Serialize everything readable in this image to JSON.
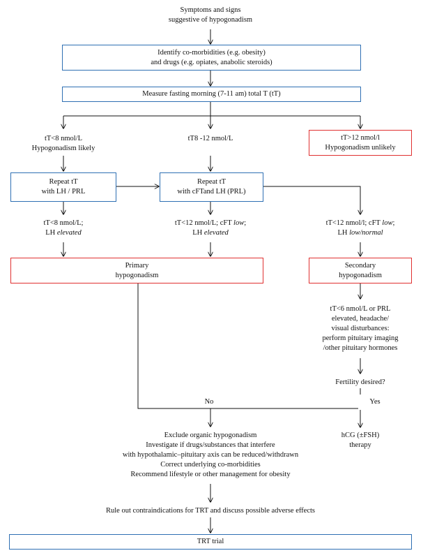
{
  "symptoms": {
    "line1": "Symptoms and signs",
    "line2": "suggestive of hypogonadism"
  },
  "identify": {
    "line1": "Identify co-morbidities (e.g. obesity)",
    "line2": "and drugs (e.g. opiates, anabolic steroids)"
  },
  "measure": {
    "line1": "Measure fasting morning (7-11 am) total T (tT)"
  },
  "branch_left": {
    "line1": "tT<8 nmol/L",
    "line2": "Hypogonadism likely"
  },
  "branch_mid": {
    "line1": "tT8 -12 nmol/L"
  },
  "branch_right": {
    "line1": "tT>12 nmol/l",
    "line2": "Hypogonadism unlikely"
  },
  "repeat_left": {
    "line1": "Repeat tT",
    "line2": "with LH / PRL"
  },
  "repeat_mid": {
    "line1": "Repeat tT",
    "line2": "with cFTand LH (PRL)"
  },
  "result_left": {
    "line1": "tT<8 nmol/L;",
    "line2_a": "LH ",
    "line2_b": "elevated"
  },
  "result_mid": {
    "line1_a": "tT<12 nmol/L; cFT ",
    "line1_b": "low",
    "line1_c": ";",
    "line2_a": "LH ",
    "line2_b": "elevated"
  },
  "result_right": {
    "line1_a": "tT<12 nmol/l; cFT ",
    "line1_b": "low",
    "line1_c": ";",
    "line2_a": "LH ",
    "line2_b": "low/normal"
  },
  "primary": {
    "line1": "Primary",
    "line2": "hypogonadism"
  },
  "secondary": {
    "line1": "Secondary",
    "line2": "hypogonadism"
  },
  "pituitary": {
    "line1": "tT<6 nmol/L or PRL",
    "line2": "elevated, headache/",
    "line3": "visual disturbances:",
    "line4": "perform pituitary imaging",
    "line5": "/other pituitary hormones"
  },
  "fertility": {
    "question": "Fertility desired?",
    "no": "No",
    "yes": "Yes"
  },
  "hcg": {
    "line1": "hCG (±FSH)",
    "line2": "therapy"
  },
  "exclude": {
    "line1": "Exclude organic hypogonadism",
    "line2": "Investigate if drugs/substances that interfere",
    "line3": "with hypothalamic–pituitary axis can be reduced/withdrawn",
    "line4": "Correct underlying co-morbidities",
    "line5": "Recommend lifestyle or other management for obesity"
  },
  "ruleout": {
    "line1": "Rule out contraindications for TRT and discuss possible adverse effects"
  },
  "trt": {
    "line1": "TRT trial"
  },
  "colors": {
    "blue_border": "#2e6fb3",
    "red_border": "#e03030",
    "line": "#111111"
  }
}
